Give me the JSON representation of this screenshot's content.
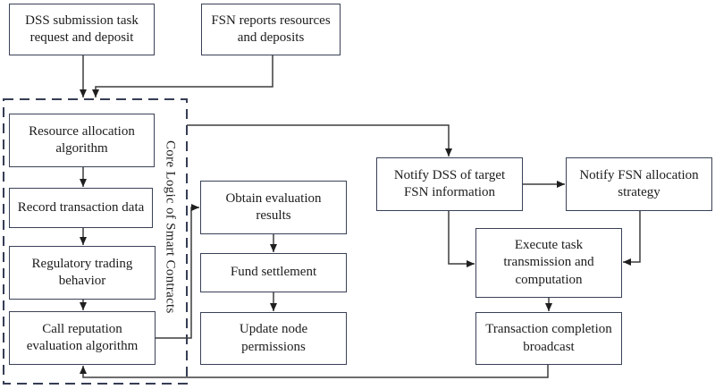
{
  "diagram": {
    "container": {
      "label": "Core Logic of Smart Contracts"
    },
    "nodes": [
      {
        "id": "dss-submission",
        "label": "DSS submission task\nrequest and deposit"
      },
      {
        "id": "fsn-reports",
        "label": "FSN reports resources\nand deposits"
      },
      {
        "id": "resource-allocation",
        "label": "Resource allocation\nalgorithm"
      },
      {
        "id": "record-transaction",
        "label": "Record transaction data"
      },
      {
        "id": "regulatory-trading",
        "label": "Regulatory trading\nbehavior"
      },
      {
        "id": "call-reputation",
        "label": "Call reputation\nevaluation algorithm"
      },
      {
        "id": "obtain-evaluation",
        "label": "Obtain evaluation\nresults"
      },
      {
        "id": "fund-settlement",
        "label": "Fund settlement"
      },
      {
        "id": "update-permissions",
        "label": "Update node\npermissions"
      },
      {
        "id": "notify-dss",
        "label": "Notify DSS of target\nFSN information"
      },
      {
        "id": "notify-fsn",
        "label": "Notify FSN allocation\nstrategy"
      },
      {
        "id": "execute-task",
        "label": "Execute task\ntransmission and\ncomputation"
      },
      {
        "id": "transaction-broadcast",
        "label": "Transaction completion\nbroadcast"
      }
    ],
    "edges": [
      {
        "from": "dss-submission",
        "to": "smart-contracts-container"
      },
      {
        "from": "fsn-reports",
        "to": "smart-contracts-container"
      },
      {
        "from": "resource-allocation",
        "to": "record-transaction"
      },
      {
        "from": "record-transaction",
        "to": "regulatory-trading"
      },
      {
        "from": "regulatory-trading",
        "to": "call-reputation"
      },
      {
        "from": "call-reputation",
        "to": "obtain-evaluation"
      },
      {
        "from": "obtain-evaluation",
        "to": "fund-settlement"
      },
      {
        "from": "fund-settlement",
        "to": "update-permissions"
      },
      {
        "from": "smart-contracts-container",
        "to": "notify-dss"
      },
      {
        "from": "notify-dss",
        "to": "notify-fsn"
      },
      {
        "from": "notify-dss",
        "to": "execute-task"
      },
      {
        "from": "notify-fsn",
        "to": "execute-task"
      },
      {
        "from": "execute-task",
        "to": "transaction-broadcast"
      },
      {
        "from": "transaction-broadcast",
        "to": "call-reputation"
      }
    ],
    "colors": {
      "box_border": "#3a4157",
      "dashed_border": "#363d55",
      "connector": "#3d3d3d",
      "arrowhead": "#1f1f1f",
      "text": "#1c1c1c",
      "background": "#ffffff"
    }
  }
}
